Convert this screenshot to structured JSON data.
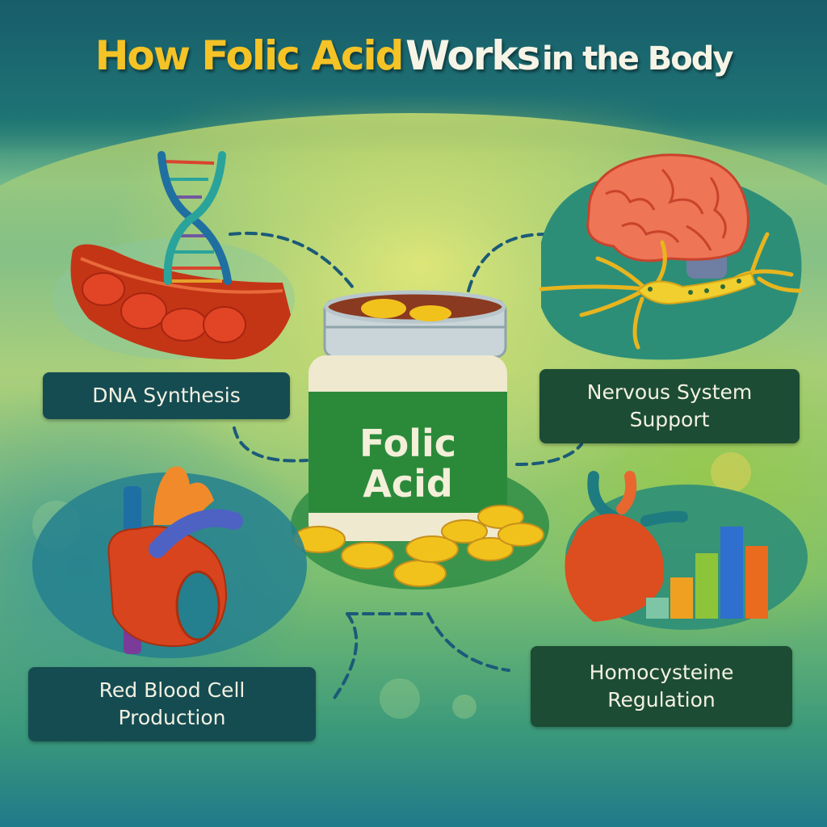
{
  "title": {
    "part1": "How Folic Acid",
    "part2": "Works",
    "part3": "in the Body"
  },
  "center": {
    "bottle_label_line1": "Folic",
    "bottle_label_line2": "Acid",
    "tablet_color": "#f2c21c",
    "label_color": "#2b8a3a"
  },
  "functions": [
    {
      "id": "dna",
      "label": "DNA Synthesis",
      "icon": "dna-helix-and-blood-vessel"
    },
    {
      "id": "nervous",
      "label_line1": "Nervous System",
      "label_line2": "Support",
      "icon": "brain-and-neuron"
    },
    {
      "id": "rbc",
      "label_line1": "Red Blood Cell",
      "label_line2": "Production",
      "icon": "anatomical-heart"
    },
    {
      "id": "homocysteine",
      "label_line1": "Homocysteine",
      "label_line2": "Regulation",
      "icon": "heart-with-bar-chart"
    }
  ],
  "colors": {
    "title_yellow": "#f5c326",
    "title_white": "#f6f4e6",
    "label_teal": "#154c52",
    "label_green": "#1c4c34",
    "connector": "#1b5a78"
  }
}
